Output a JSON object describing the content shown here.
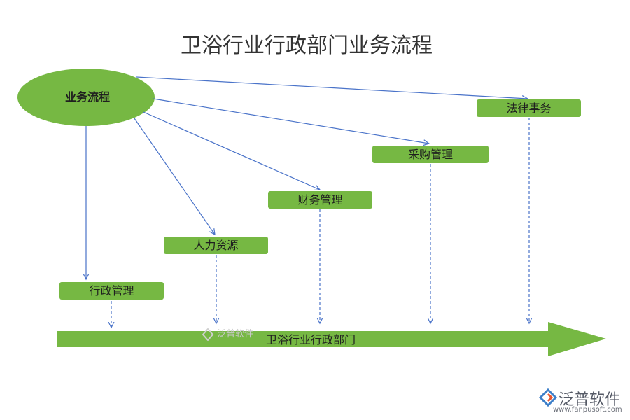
{
  "title": "卫浴行业行政部门业务流程",
  "root": {
    "label": "业务流程"
  },
  "nodes": [
    {
      "id": "admin",
      "label": "行政管理"
    },
    {
      "id": "hr",
      "label": "人力资源"
    },
    {
      "id": "finance",
      "label": "财务管理"
    },
    {
      "id": "purchase",
      "label": "采购管理"
    },
    {
      "id": "legal",
      "label": "法律事务"
    }
  ],
  "timeline": {
    "label": "卫浴行业行政部门"
  },
  "watermark": {
    "text": "泛普软件"
  },
  "logo": {
    "name": "泛普软件",
    "url": "www.fanpusoft.com"
  },
  "colors": {
    "green": "#76b843",
    "line": "#4a73c9",
    "title": "#333333"
  }
}
